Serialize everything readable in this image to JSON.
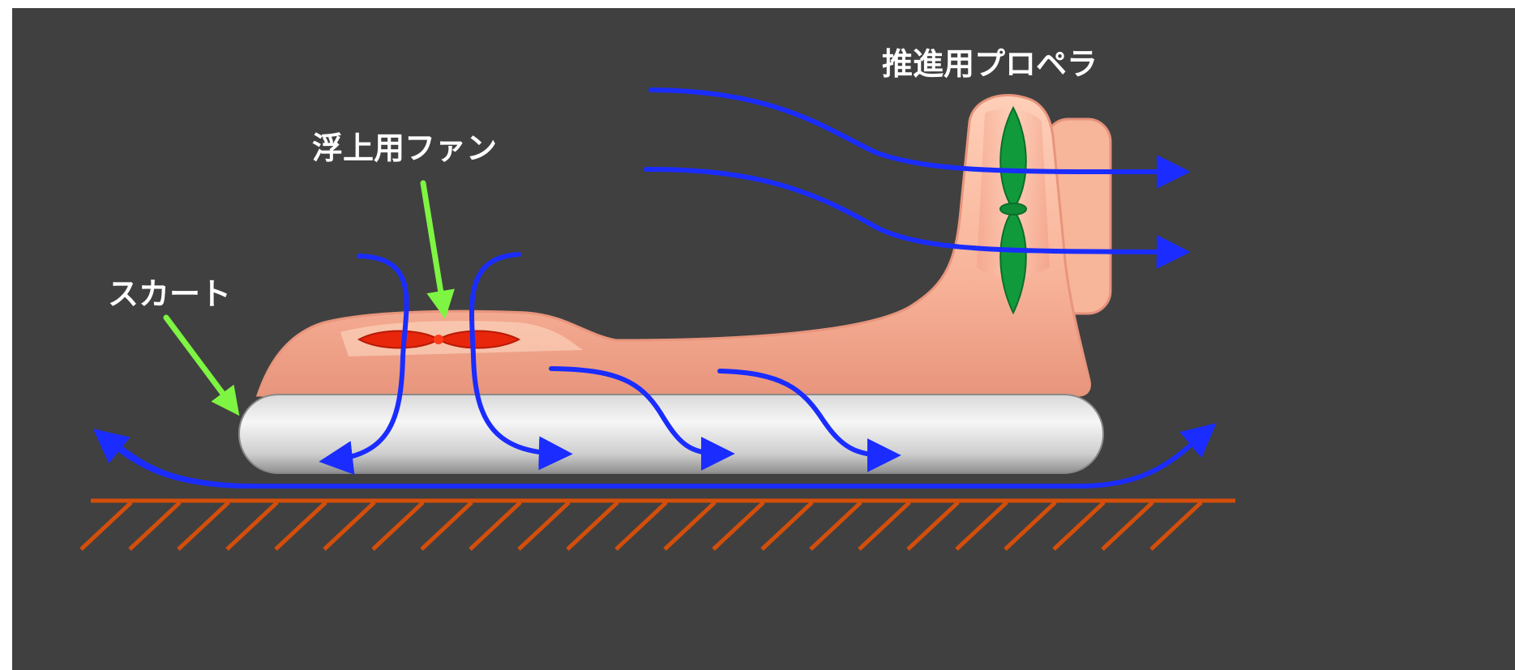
{
  "labels": {
    "propulsion_propeller": "推進用プロペラ",
    "lift_fan": "浮上用ファン",
    "skirt": "スカート"
  },
  "colors": {
    "background": "#404040",
    "frame": "#ffffff",
    "hull": "#f5a98f",
    "hull_highlight": "#ffd1b8",
    "skirt_light": "#f4f4f4",
    "skirt_dark": "#9a9a9a",
    "airflow_arrow": "#1a2cff",
    "pointer_arrow": "#7ef542",
    "lift_fan_blade": "#e8260c",
    "propeller_blade": "#119a3c",
    "ground": "#d44e0a",
    "label_text": "#ffffff"
  },
  "icons": {
    "airflow": "arrow-right",
    "pointer": "arrow-down-diagonal"
  }
}
